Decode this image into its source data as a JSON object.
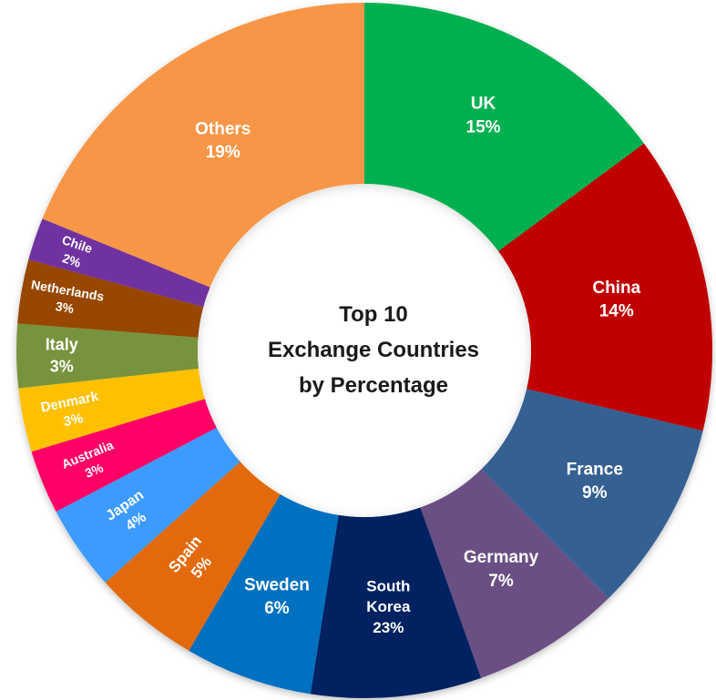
{
  "chart_data": {
    "type": "pie",
    "title_lines": [
      "Top 10",
      "Exchange Countries",
      "by Percentage"
    ],
    "slices": [
      {
        "name": "UK",
        "label": "UK",
        "pct_text": "15%",
        "value": 15,
        "color": "#00b050"
      },
      {
        "name": "China",
        "label": "China",
        "pct_text": "14%",
        "value": 14,
        "color": "#c00000"
      },
      {
        "name": "France",
        "label": "France",
        "pct_text": "9%",
        "value": 9,
        "color": "#366092"
      },
      {
        "name": "Germany",
        "label": "Germany",
        "pct_text": "7%",
        "value": 7,
        "color": "#6b5084"
      },
      {
        "name": "South Korea",
        "label": "South",
        "label2": "Korea",
        "pct_text": "23%",
        "value": 8,
        "color": "#002060"
      },
      {
        "name": "Sweden",
        "label": "Sweden",
        "pct_text": "6%",
        "value": 6,
        "color": "#0070c0"
      },
      {
        "name": "Spain",
        "label": "Spain",
        "pct_text": "5%",
        "value": 5,
        "color": "#e26b0a"
      },
      {
        "name": "Japan",
        "label": "Japan",
        "pct_text": "4%",
        "value": 4,
        "color": "#3d9bff"
      },
      {
        "name": "Australia",
        "label": "Australia",
        "pct_text": "3%",
        "value": 3,
        "color": "#ff0066"
      },
      {
        "name": "Denmark",
        "label": "Denmark",
        "pct_text": "3%",
        "value": 3,
        "color": "#ffc000"
      },
      {
        "name": "Italy",
        "label": "Italy",
        "pct_text": "3%",
        "value": 3,
        "color": "#77933c"
      },
      {
        "name": "Netherlands",
        "label": "Netherlands",
        "pct_text": "3%",
        "value": 3,
        "color": "#974706"
      },
      {
        "name": "Chile",
        "label": "Chile",
        "pct_text": "2%",
        "value": 2,
        "color": "#7030a0"
      },
      {
        "name": "Others",
        "label": "Others",
        "pct_text": "19%",
        "value": 19,
        "color": "#f79646"
      }
    ]
  }
}
